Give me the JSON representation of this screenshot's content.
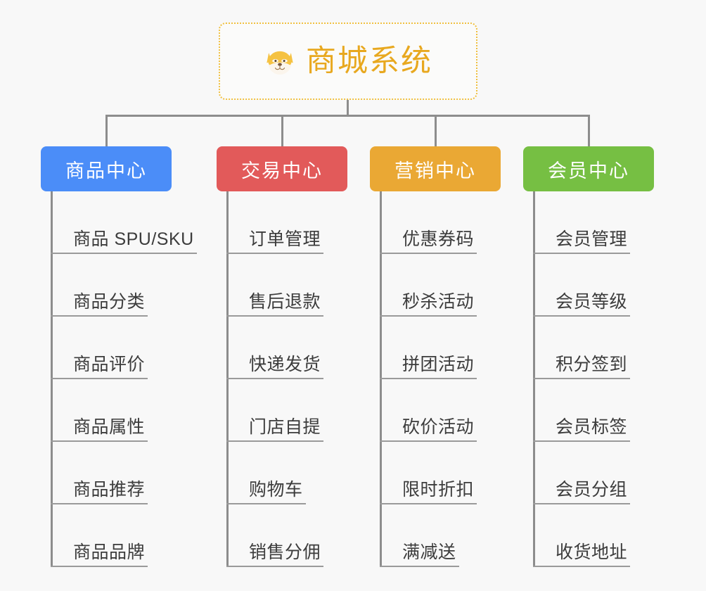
{
  "page": {
    "background_color": "#f8f8f8",
    "line_color": "#8d8d8d",
    "leaf_text_color": "#3c3c3c",
    "leaf_underline_color": "#9a9a9a"
  },
  "root": {
    "title": "商城系统",
    "icon": "shiba-dog-face-emoji",
    "text_color": "#e8a81f",
    "border_color": "#f0c040",
    "background_color": "#fbfbfa"
  },
  "branches": [
    {
      "label": "商品中心",
      "color": "#4b8df8",
      "children": [
        {
          "label": "商品 SPU/SKU"
        },
        {
          "label": "商品分类"
        },
        {
          "label": "商品评价"
        },
        {
          "label": "商品属性"
        },
        {
          "label": "商品推荐"
        },
        {
          "label": "商品品牌"
        }
      ]
    },
    {
      "label": "交易中心",
      "color": "#e25a5a",
      "children": [
        {
          "label": "订单管理"
        },
        {
          "label": "售后退款"
        },
        {
          "label": "快递发货"
        },
        {
          "label": "门店自提"
        },
        {
          "label": "购物车"
        },
        {
          "label": "销售分佣"
        }
      ]
    },
    {
      "label": "营销中心",
      "color": "#eaa834",
      "children": [
        {
          "label": "优惠券码"
        },
        {
          "label": "秒杀活动"
        },
        {
          "label": "拼团活动"
        },
        {
          "label": "砍价活动"
        },
        {
          "label": "限时折扣"
        },
        {
          "label": "满减送"
        }
      ]
    },
    {
      "label": "会员中心",
      "color": "#76bf43",
      "children": [
        {
          "label": "会员管理"
        },
        {
          "label": "会员等级"
        },
        {
          "label": "积分签到"
        },
        {
          "label": "会员标签"
        },
        {
          "label": "会员分组"
        },
        {
          "label": "收货地址"
        }
      ]
    }
  ]
}
